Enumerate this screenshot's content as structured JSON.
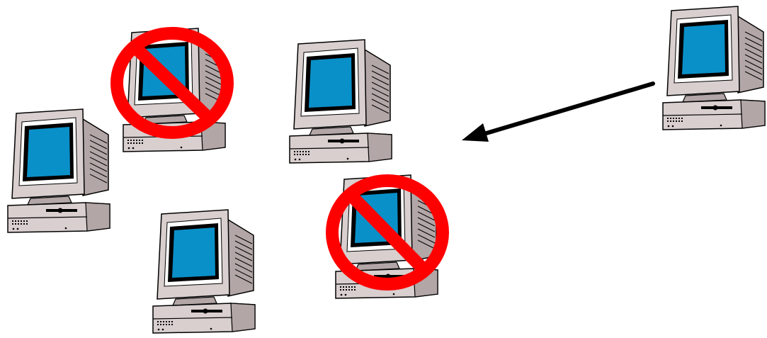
{
  "scene": {
    "computers": [
      {
        "id": "pc-1",
        "status": "blocked"
      },
      {
        "id": "pc-2",
        "status": "normal"
      },
      {
        "id": "pc-3",
        "status": "normal"
      },
      {
        "id": "pc-4",
        "status": "normal"
      },
      {
        "id": "pc-5",
        "status": "blocked"
      },
      {
        "id": "pc-6",
        "status": "source"
      }
    ],
    "arrow": {
      "from": "pc-6",
      "direction": "toward-center-network"
    }
  },
  "colors": {
    "screen": "#0a90c8",
    "screen_frame": "#000000",
    "case_light": "#d9cfcf",
    "case_mid": "#b3a6a6",
    "case_dark": "#8a7e7e",
    "prohibition": "#ff0000",
    "arrow": "#000000"
  },
  "icons": [
    "computer-icon",
    "prohibition-icon",
    "arrow-icon"
  ]
}
